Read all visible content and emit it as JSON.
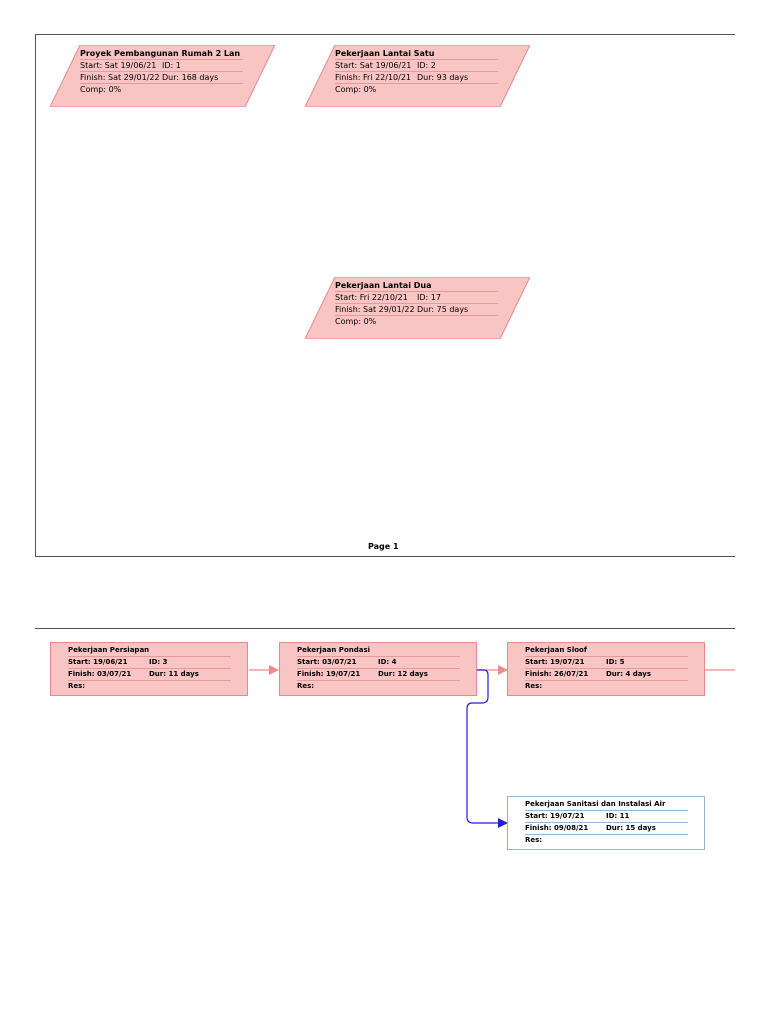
{
  "colors": {
    "task_fill": "#f9c4c4",
    "task_border": "#e58a8a",
    "critical_link": "#f08a8a",
    "normal_link": "#2222cc",
    "alt_border": "#8fb7d6"
  },
  "page1": {
    "page_label": "Page 1",
    "summaries": [
      {
        "title": "Proyek Pembangunan Rumah 2 Lan",
        "start": "Start:  Sat 19/06/21",
        "id": "ID:   1",
        "finish": "Finish: Sat 29/01/22",
        "dur": "Dur: 168 days",
        "comp": "Comp: 0%"
      },
      {
        "title": "Pekerjaan Lantai Satu",
        "start": "Start:  Sat 19/06/21",
        "id": "ID:   2",
        "finish": "Finish: Fri 22/10/21",
        "dur": "Dur: 93 days",
        "comp": "Comp: 0%"
      },
      {
        "title": "Pekerjaan Lantai Dua",
        "start": "Start:  Fri 22/10/21",
        "id": "ID:   17",
        "finish": "Finish: Sat 29/01/22",
        "dur": "Dur: 75 days",
        "comp": "Comp: 0%"
      }
    ]
  },
  "page2": {
    "tasks": [
      {
        "title": "Pekerjaan Persiapan",
        "start": "Start:  19/06/21",
        "id": "ID:   3",
        "finish": "Finish: 03/07/21",
        "dur": "Dur: 11 days",
        "res": "Res:"
      },
      {
        "title": "Pekerjaan Pondasi",
        "start": "Start:  03/07/21",
        "id": "ID:   4",
        "finish": "Finish: 19/07/21",
        "dur": "Dur: 12 days",
        "res": "Res:"
      },
      {
        "title": "Pekerjaan Sloof",
        "start": "Start:  19/07/21",
        "id": "ID:   5",
        "finish": "Finish: 26/07/21",
        "dur": "Dur: 4 days",
        "res": "Res:"
      },
      {
        "title": "Pekerjaan Sanitasi dan Instalasi Air",
        "start": "Start:  19/07/21",
        "id": "ID:   11",
        "finish": "Finish: 09/08/21",
        "dur": "Dur: 15 days",
        "res": "Res:"
      }
    ]
  }
}
